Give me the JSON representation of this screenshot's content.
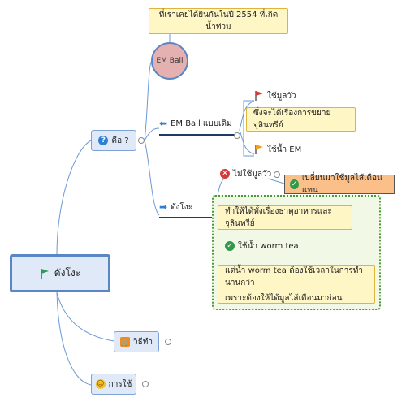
{
  "root": {
    "label": "ดังโงะ",
    "icon": "green-flag-icon"
  },
  "topics": {
    "what": {
      "label": "คือ ?",
      "icon": "question-icon"
    },
    "method": {
      "label": "วิธีทำ",
      "icon": "shopping-cart-icon"
    },
    "usage": {
      "label": "การใช้",
      "icon": "smiley-icon"
    }
  },
  "nodes": {
    "em_ball_note": "ที่เราเคยได้ยินกันในปี 2554 ที่เกิดน้ำท่วม",
    "em_ball": "EM Ball",
    "em_ball_old": "EM Ball แบบเดิม",
    "cow_dung": "ใช้มูลวัว",
    "cow_dung_note": "ซึ่งจะได้เรื่องการขยายจุลินทรีย์",
    "em_water": "ใช้น้ำ EM",
    "dango": "ดังโงะ",
    "no_cow_dung": "ไม่ใช้มูลวัว",
    "use_vermicompost": "เปลี่ยนมาใช้มูลไส้เดือนแทน",
    "nutrients_note": "ทำให้ได้ทั้งเรื่องธาตุอาหารและจุลินทรีย์",
    "worm_tea": "ใช้น้ำ worm tea",
    "worm_tea_note_1": "แต่น้ำ worm tea ต้องใช้เวลาในการทำนานกว่า",
    "worm_tea_note_2": "เพราะต้องให้ได้มูลไส้เดือนมาก่อน"
  },
  "colors": {
    "topic_fill": "#dfe9f7",
    "topic_border": "#5b86c5",
    "callout_fill": "#fff6c6",
    "callout_border": "#e0b33a",
    "em_ball_fill": "#e4b0b0",
    "highlight_fill": "#fbc08a",
    "group_fill": "#f1f8e6",
    "group_border": "#4a9a3a",
    "connector": "#6a9ad6",
    "branch_dark": "#1f3a6b"
  }
}
